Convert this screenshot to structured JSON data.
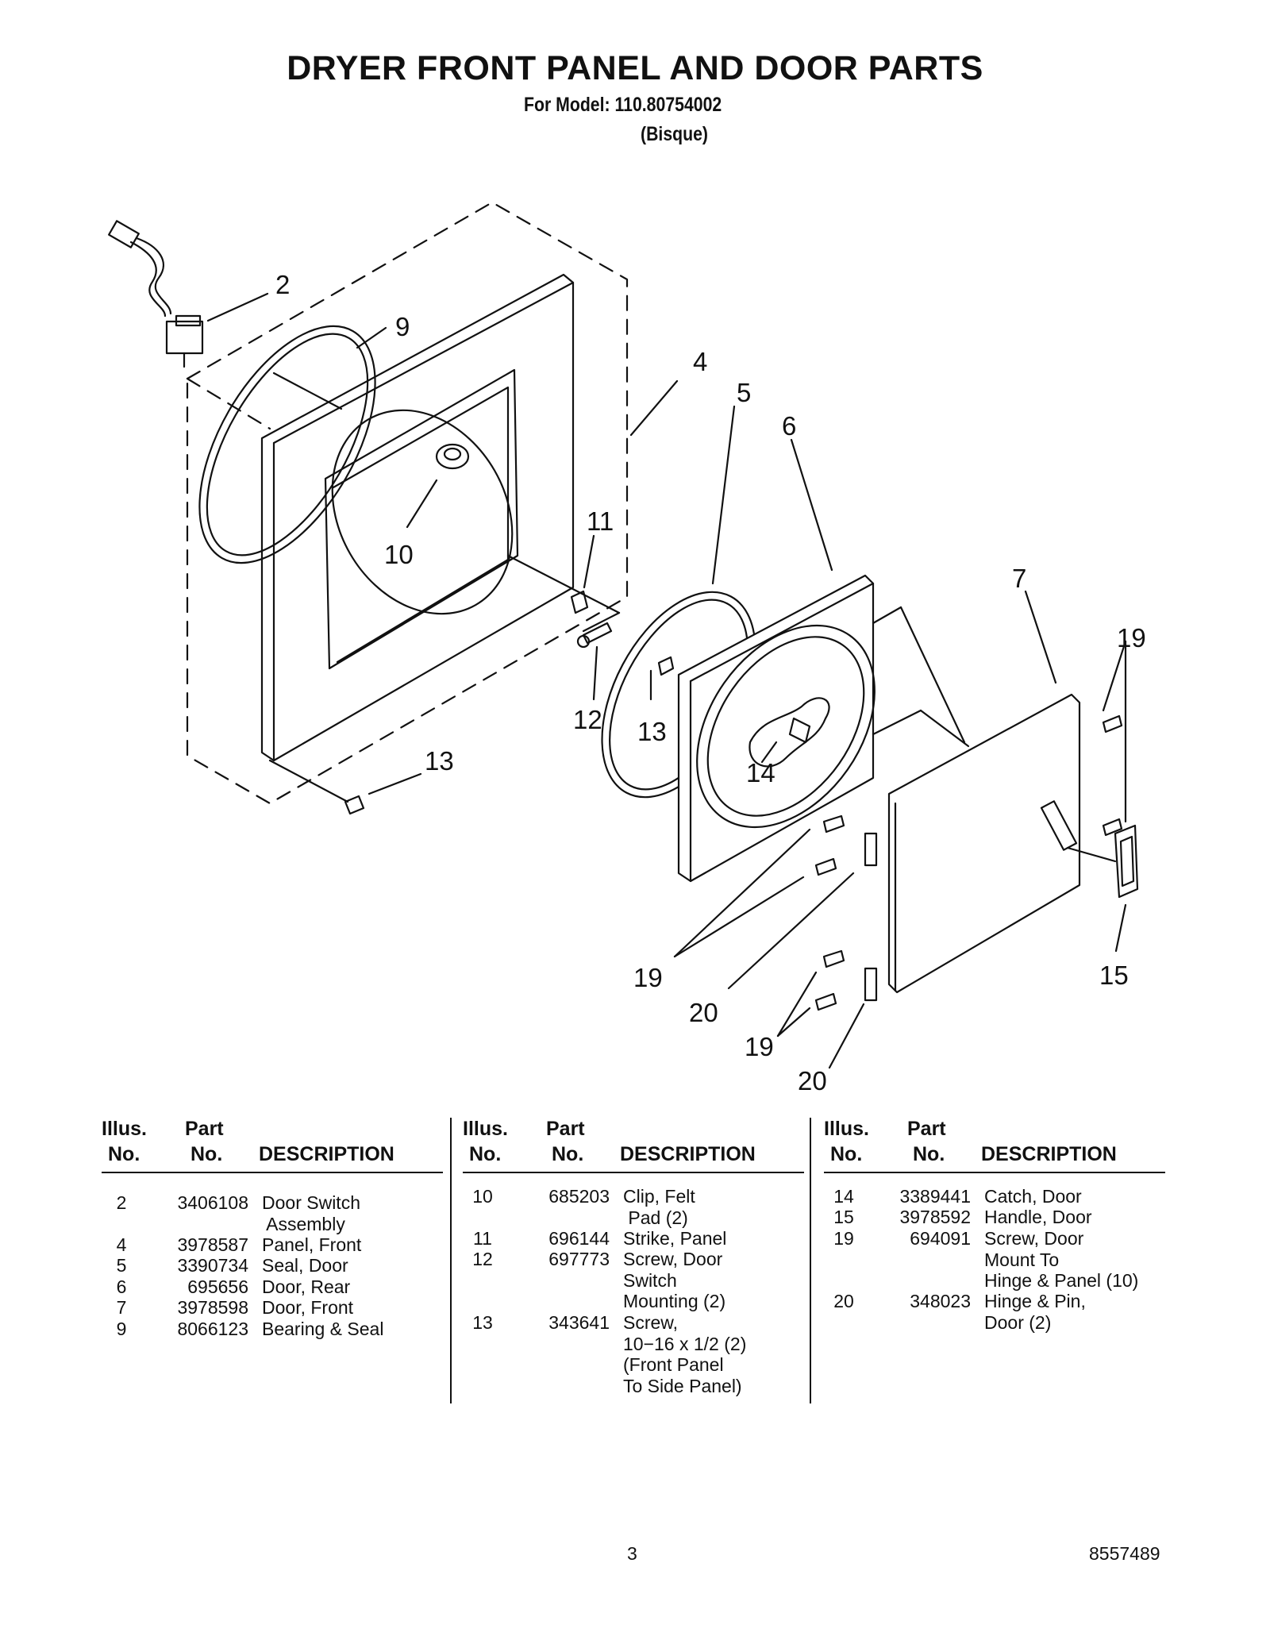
{
  "header": {
    "title": "DRYER FRONT PANEL AND DOOR PARTS",
    "model_line": "For Model: 110.80754002",
    "color_line": "(Bisque)"
  },
  "diagram": {
    "callouts": {
      "c2": "2",
      "c9": "9",
      "c4": "4",
      "c5": "5",
      "c6": "6",
      "c10": "10",
      "c11": "11",
      "c7": "7",
      "c19a": "19",
      "c12": "12",
      "c13a": "13",
      "c13b": "13",
      "c14": "14",
      "c19b": "19",
      "c20a": "20",
      "c19c": "19",
      "c20b": "20",
      "c15": "15"
    }
  },
  "table": {
    "headers": {
      "illus": "Illus.",
      "no": "No.",
      "part": "Part",
      "description": "DESCRIPTION"
    },
    "columns": [
      {
        "rows": [
          {
            "illus": "2",
            "part": "3406108",
            "desc": "Door Switch\n Assembly"
          },
          {
            "illus": "4",
            "part": "3978587",
            "desc": "Panel, Front"
          },
          {
            "illus": "5",
            "part": "3390734",
            "desc": "Seal, Door"
          },
          {
            "illus": "6",
            "part": "695656",
            "desc": "Door, Rear"
          },
          {
            "illus": "7",
            "part": "3978598",
            "desc": "Door, Front"
          },
          {
            "illus": "9",
            "part": "8066123",
            "desc": "Bearing & Seal"
          }
        ]
      },
      {
        "rows": [
          {
            "illus": "10",
            "part": "685203",
            "desc": "Clip, Felt\n Pad (2)"
          },
          {
            "illus": "11",
            "part": "696144",
            "desc": "Strike, Panel"
          },
          {
            "illus": "12",
            "part": "697773",
            "desc": "Screw, Door\nSwitch\nMounting (2)"
          },
          {
            "illus": "13",
            "part": "343641",
            "desc": "Screw,\n10−16 x 1/2 (2)\n(Front Panel\nTo Side Panel)"
          }
        ]
      },
      {
        "rows": [
          {
            "illus": "14",
            "part": "3389441",
            "desc": "Catch, Door"
          },
          {
            "illus": "15",
            "part": "3978592",
            "desc": "Handle, Door"
          },
          {
            "illus": "19",
            "part": "694091",
            "desc": "Screw, Door\nMount To\nHinge & Panel (10)"
          },
          {
            "illus": "20",
            "part": "348023",
            "desc": "Hinge & Pin,\nDoor (2)"
          }
        ]
      }
    ]
  },
  "footer": {
    "page_number": "3",
    "document_number": "8557489"
  }
}
